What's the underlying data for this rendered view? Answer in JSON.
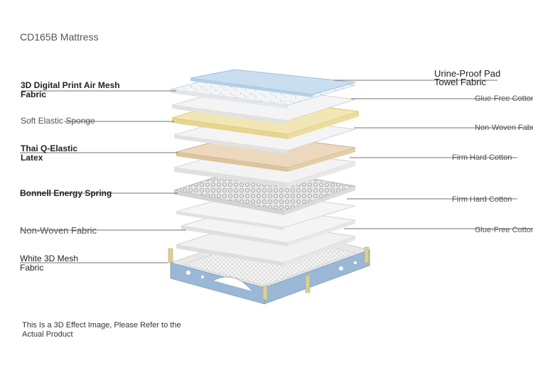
{
  "title": "CD165B Mattress",
  "left_labels": [
    {
      "id": "mesh-print",
      "lines": [
        "3D Digital Print Air Mesh",
        "Fabric"
      ],
      "weight": "bold"
    },
    {
      "id": "soft-sponge",
      "lines": [
        "Soft Elastic Sponge"
      ],
      "weight": "light"
    },
    {
      "id": "latex",
      "lines": [
        "Thai Q-Elastic",
        "Latex"
      ],
      "weight": "bold"
    },
    {
      "id": "spring",
      "lines": [
        "Bonnell Energy Spring"
      ],
      "weight": "bold"
    },
    {
      "id": "nonwoven-left",
      "lines": [
        "Non-Woven Fabric"
      ],
      "weight": "light"
    },
    {
      "id": "white-mesh",
      "lines": [
        "White 3D Mesh",
        "Fabric"
      ],
      "weight": "normal"
    }
  ],
  "right_labels": [
    {
      "id": "urine-proof",
      "lines": [
        "Urine-Proof Pad",
        "Towel Fabric"
      ]
    },
    {
      "id": "glue-free-1",
      "lines": [
        "Glue-Free Cotton"
      ]
    },
    {
      "id": "nonwoven-right",
      "lines": [
        "Non-Woven Fabric"
      ]
    },
    {
      "id": "firm-cotton-1",
      "lines": [
        "Firm Hard Cotton"
      ]
    },
    {
      "id": "firm-cotton-2",
      "lines": [
        "Firm Hard Cotton"
      ]
    },
    {
      "id": "glue-free-2",
      "lines": [
        "Glue-Free Cotton"
      ]
    }
  ],
  "footer": [
    "This Is a 3D Effect Image, Please Refer to the",
    "Actual Product"
  ],
  "colors": {
    "top_pad": "#c9dff0",
    "sponge": "#f2e6b4",
    "latex": "#ecd9bd",
    "layer": "#f3f3f3",
    "frame": "#9ab8d6",
    "edge": "#d9cf9a"
  }
}
